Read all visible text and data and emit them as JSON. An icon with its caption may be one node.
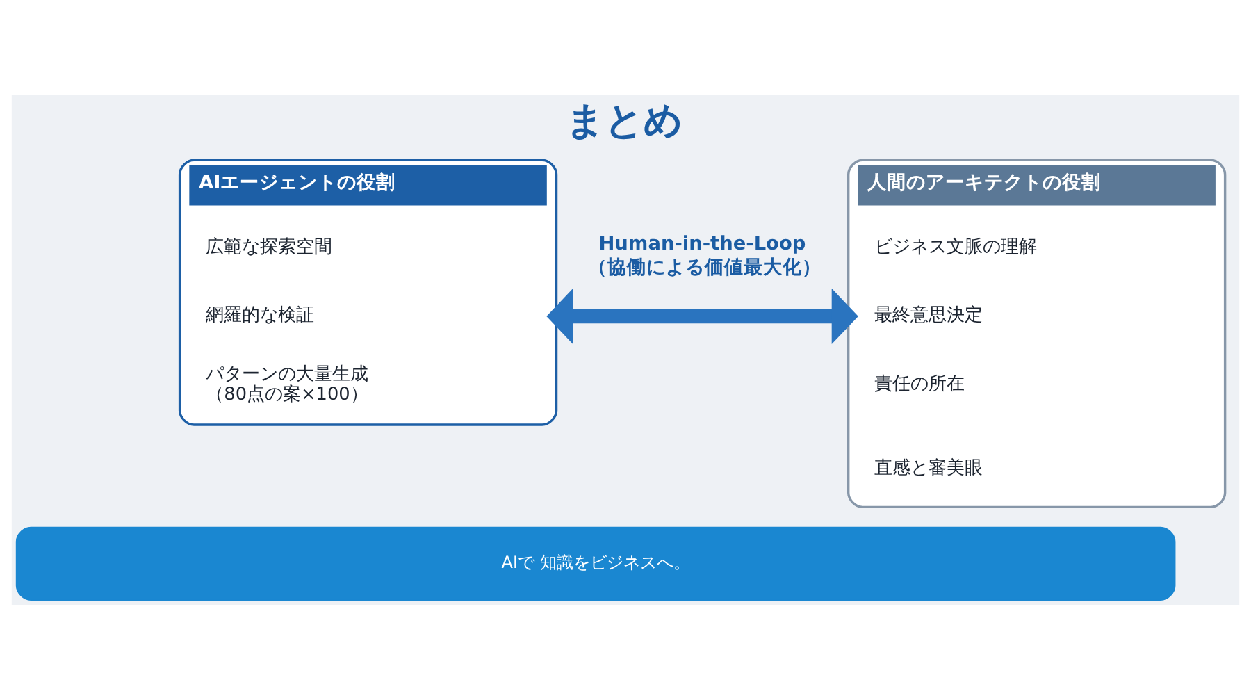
{
  "diagram": {
    "title": "まとめ",
    "nodes": [
      {
        "text": [
          "AIエージェントの役割"
        ]
      },
      {
        "text": [
          "広範な探索空間"
        ],
        "in": 0
      },
      {
        "text": [
          "網羅的な検証"
        ],
        "in": 0
      },
      {
        "text": [
          "パターンの大量生成",
          "（80点の案×100）"
        ],
        "in": 0
      },
      {
        "text": [
          "人間のアーキテクトの役割"
        ]
      },
      {
        "text": [
          "ビジネス文脈の理解"
        ],
        "in": 4
      },
      {
        "text": [
          "最終意思決定"
        ],
        "in": 4
      },
      {
        "text": [
          "責任の所在"
        ],
        "in": 4
      },
      {
        "text": [
          "直感と審美眼"
        ],
        "in": 4
      },
      {
        "text": [
          "AIで 知識をビジネスへ。"
        ]
      }
    ],
    "edges": [
      {
        "from": 0,
        "to": 4,
        "arrow": "both",
        "label": "Human-in-the-Loop （協働による価値最大化）"
      }
    ]
  }
}
